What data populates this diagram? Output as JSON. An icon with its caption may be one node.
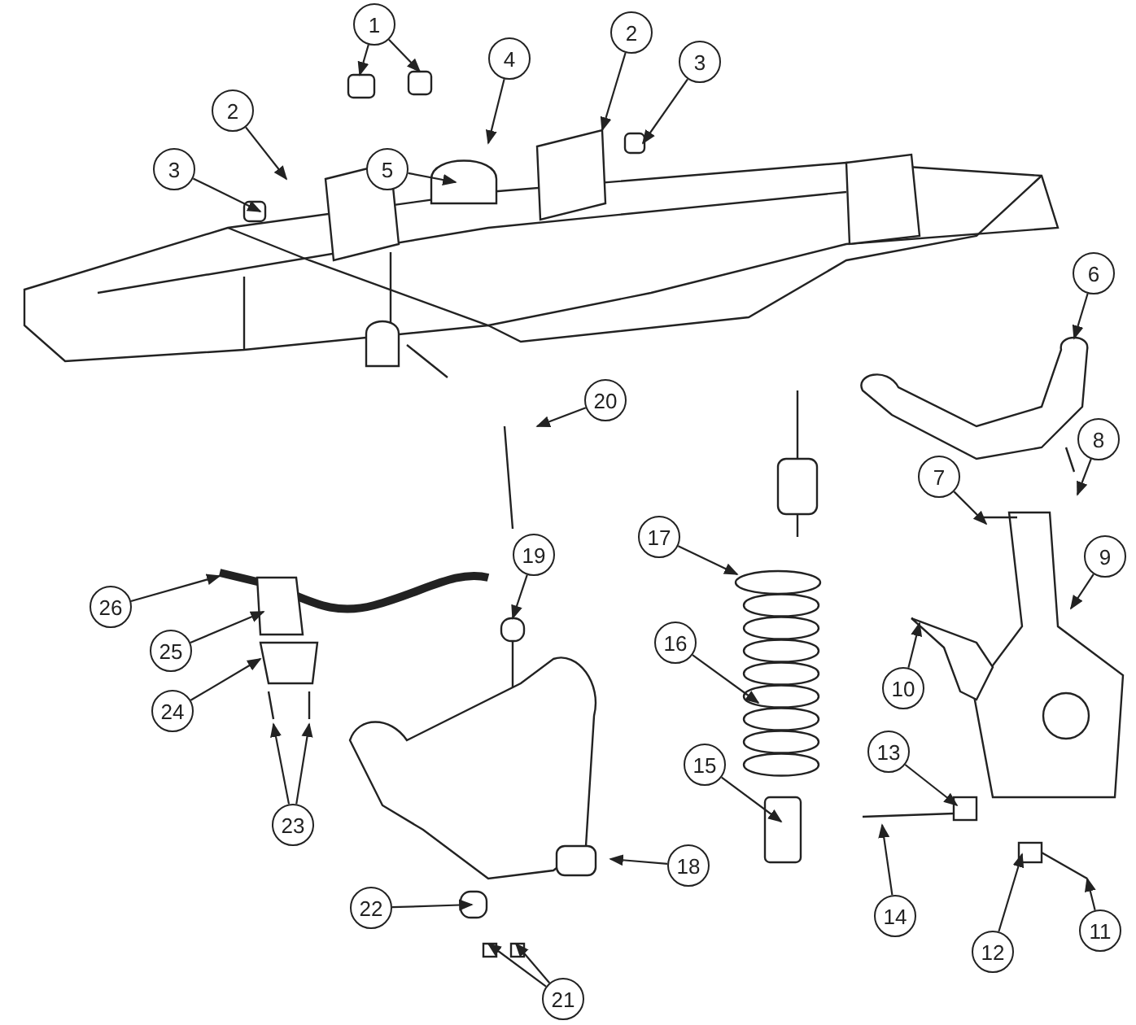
{
  "diagram": {
    "nodes": [
      {
        "text": [
          "1"
        ]
      },
      {
        "text": [
          "2"
        ]
      },
      {
        "text": [
          "3"
        ]
      },
      {
        "text": [
          "4"
        ]
      },
      {
        "text": [
          "5"
        ]
      },
      {
        "text": [
          "2"
        ]
      },
      {
        "text": [
          "3"
        ]
      },
      {
        "text": [
          "6"
        ]
      },
      {
        "text": [
          "7"
        ]
      },
      {
        "text": [
          "8"
        ]
      },
      {
        "text": [
          "9"
        ]
      },
      {
        "text": [
          "10"
        ]
      },
      {
        "text": [
          "11"
        ]
      },
      {
        "text": [
          "12"
        ]
      },
      {
        "text": [
          "13"
        ]
      },
      {
        "text": [
          "14"
        ]
      },
      {
        "text": [
          "15"
        ]
      },
      {
        "text": [
          "16"
        ]
      },
      {
        "text": [
          "17"
        ]
      },
      {
        "text": [
          "18"
        ]
      },
      {
        "text": [
          "19"
        ]
      },
      {
        "text": [
          "20"
        ]
      },
      {
        "text": [
          "21"
        ]
      },
      {
        "text": [
          "22"
        ]
      },
      {
        "text": [
          "23"
        ]
      },
      {
        "text": [
          "24"
        ]
      },
      {
        "text": [
          "25"
        ]
      },
      {
        "text": [
          "26"
        ]
      }
    ],
    "edges": [
      {
        "from": 0,
        "to": null,
        "arrow": "to"
      },
      {
        "from": 0,
        "to": null,
        "arrow": "to"
      },
      {
        "from": 1,
        "to": null,
        "arrow": "to"
      },
      {
        "from": 2,
        "to": null,
        "arrow": "to"
      },
      {
        "from": 3,
        "to": null,
        "arrow": "to"
      },
      {
        "from": 4,
        "to": null,
        "arrow": "to"
      },
      {
        "from": 5,
        "to": null,
        "arrow": "to"
      },
      {
        "from": 6,
        "to": null,
        "arrow": "to"
      },
      {
        "from": 7,
        "to": null,
        "arrow": "to"
      },
      {
        "from": 8,
        "to": null,
        "arrow": "to"
      },
      {
        "from": 9,
        "to": null,
        "arrow": "to"
      },
      {
        "from": 10,
        "to": null,
        "arrow": "to"
      },
      {
        "from": 11,
        "to": null,
        "arrow": "to"
      },
      {
        "from": 12,
        "to": null,
        "arrow": "to"
      },
      {
        "from": 13,
        "to": null,
        "arrow": "to"
      },
      {
        "from": 14,
        "to": null,
        "arrow": "to"
      },
      {
        "from": 15,
        "to": null,
        "arrow": "to"
      },
      {
        "from": 16,
        "to": null,
        "arrow": "to"
      },
      {
        "from": 17,
        "to": null,
        "arrow": "to"
      },
      {
        "from": 18,
        "to": null,
        "arrow": "to"
      },
      {
        "from": 19,
        "to": null,
        "arrow": "to"
      },
      {
        "from": 20,
        "to": null,
        "arrow": "to"
      },
      {
        "from": 21,
        "to": null,
        "arrow": "to"
      },
      {
        "from": 22,
        "to": null,
        "arrow": "to"
      },
      {
        "from": 22,
        "to": null,
        "arrow": "to"
      },
      {
        "from": 23,
        "to": null,
        "arrow": "to"
      },
      {
        "from": 24,
        "to": null,
        "arrow": "to"
      },
      {
        "from": 24,
        "to": null,
        "arrow": "to"
      },
      {
        "from": 25,
        "to": null,
        "arrow": "to"
      },
      {
        "from": 26,
        "to": null,
        "arrow": "to"
      },
      {
        "from": 27,
        "to": null,
        "arrow": "to"
      }
    ]
  }
}
